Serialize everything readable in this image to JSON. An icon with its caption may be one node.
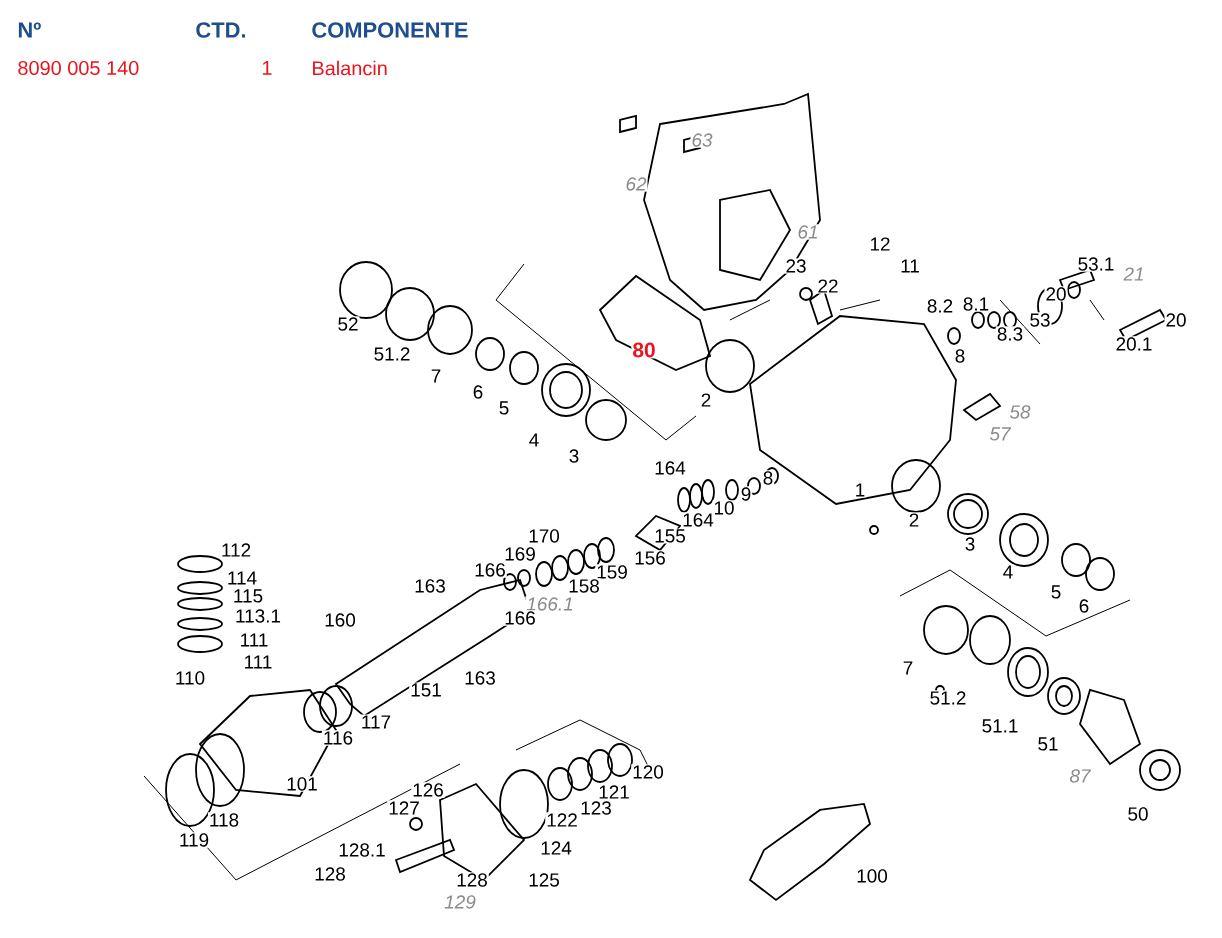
{
  "diagram": {
    "labels": [
      "Nº",
      "CTD.",
      "COMPONENTE",
      "8090 005 140",
      "1",
      "Balancin",
      "63",
      "62",
      "61",
      "12",
      "23",
      "11",
      "53.1",
      "21",
      "22",
      "20",
      "8.2",
      "8.1",
      "52",
      "53",
      "20",
      "51.2",
      "8.3",
      "80",
      "7",
      "20.1",
      "8",
      "6",
      "5",
      "2",
      "58",
      "57",
      "4",
      "3",
      "164",
      "1",
      "8",
      "9",
      "10",
      "164",
      "2",
      "155",
      "156",
      "170",
      "169",
      "3",
      "166",
      "159",
      "158",
      "4",
      "166.1",
      "163",
      "5",
      "166",
      "6",
      "112",
      "114",
      "115",
      "113.1",
      "160",
      "111",
      "111",
      "7",
      "110",
      "163",
      "151",
      "51.2",
      "117",
      "116",
      "51.1",
      "51",
      "120",
      "101",
      "87",
      "126",
      "121",
      "127",
      "123",
      "50",
      "118",
      "122",
      "119",
      "128.1",
      "124",
      "128",
      "128",
      "125",
      "100",
      "129"
    ]
  }
}
